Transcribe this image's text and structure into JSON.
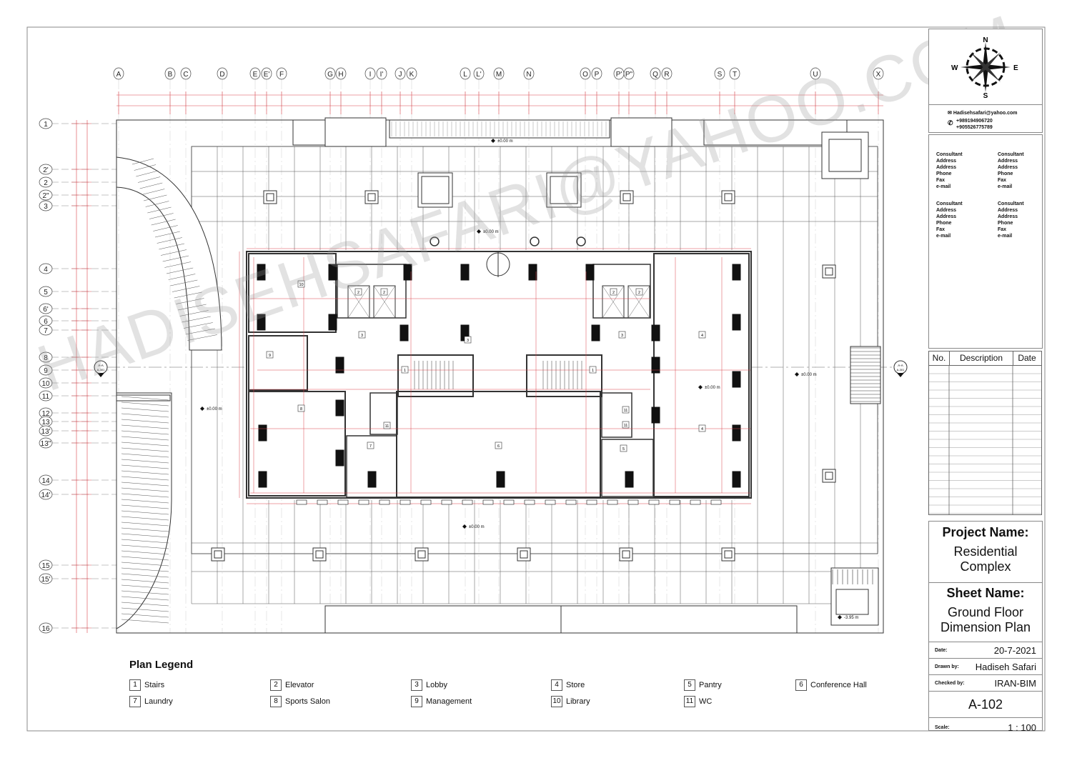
{
  "grid": {
    "columns": [
      "A",
      "B",
      "C",
      "D",
      "E",
      "E'",
      "F",
      "G",
      "H",
      "I",
      "I'",
      "J",
      "K",
      "L",
      "L'",
      "M",
      "N",
      "O",
      "P",
      "P'",
      "P\"",
      "Q",
      "R",
      "S",
      "T",
      "U",
      "X"
    ],
    "rows": [
      "1",
      "2'",
      "2",
      "2\"",
      "3",
      "4",
      "5",
      "6'",
      "6",
      "7",
      "8",
      "9",
      "10",
      "11",
      "12",
      "13",
      "13'",
      "13\"",
      "14",
      "14'",
      "15",
      "15'",
      "16"
    ]
  },
  "plan": {
    "levels": [
      "±0.00 m",
      "±0.00 m",
      "±0.00 m",
      "±0.00 m",
      "±0.00 m",
      "±0.00 m",
      "-3.95 m"
    ],
    "section_marks": [
      "A-A",
      "A-A"
    ],
    "section_refs": [
      "A-301",
      "A-301"
    ],
    "room_tags": [
      "10",
      "2",
      "2",
      "3",
      "3",
      "2",
      "2",
      "3",
      "4",
      "9",
      "1",
      "1",
      "8",
      "7",
      "6",
      "11",
      "11",
      "11",
      "5",
      "4"
    ]
  },
  "compass": {
    "n": "N",
    "s": "S",
    "e": "E",
    "w": "W"
  },
  "contact": {
    "email": "Hadisehsafari@yahoo.com",
    "phones": [
      "+989194906720",
      "+905526775789"
    ]
  },
  "consultants": [
    [
      "Consultant",
      "Address",
      "Address",
      "Phone",
      "Fax",
      "e-mail"
    ],
    [
      "Consultant",
      "Address",
      "Address",
      "Phone",
      "Fax",
      "e-mail"
    ],
    [
      "Consultant",
      "Address",
      "Address",
      "Phone",
      "Fax",
      "e-mail"
    ],
    [
      "Consultant",
      "Address",
      "Address",
      "Phone",
      "Fax",
      "e-mail"
    ]
  ],
  "revisions": {
    "headers": [
      "No.",
      "Description",
      "Date"
    ]
  },
  "title_block": {
    "project_label": "Project Name:",
    "project_name": [
      "Residential",
      "Complex"
    ],
    "sheet_label": "Sheet Name:",
    "sheet_name": [
      "Ground Floor",
      "Dimension Plan"
    ],
    "date_label": "Date:",
    "date": "20-7-2021",
    "drawn_label": "Drawn by:",
    "drawn": "Hadiseh Safari",
    "checked_label": "Checked by:",
    "checked": "IRAN-BIM",
    "sheet_number": "A-102",
    "scale_label": "Scale:",
    "scale": "1 : 100"
  },
  "legend": {
    "title": "Plan Legend",
    "items": [
      {
        "num": "1",
        "label": "Stairs"
      },
      {
        "num": "2",
        "label": "Elevator"
      },
      {
        "num": "3",
        "label": "Lobby"
      },
      {
        "num": "4",
        "label": "Store"
      },
      {
        "num": "5",
        "label": "Pantry"
      },
      {
        "num": "6",
        "label": "Conference Hall"
      },
      {
        "num": "7",
        "label": "Laundry"
      },
      {
        "num": "8",
        "label": "Sports Salon"
      },
      {
        "num": "9",
        "label": "Management"
      },
      {
        "num": "10",
        "label": "Library"
      },
      {
        "num": "11",
        "label": "WC"
      }
    ]
  },
  "watermark": "HADISEHSAFARI@YAHOO.COM",
  "colors": {
    "dimension": "#d9434a",
    "line": "#333333",
    "grid": "#888888"
  }
}
